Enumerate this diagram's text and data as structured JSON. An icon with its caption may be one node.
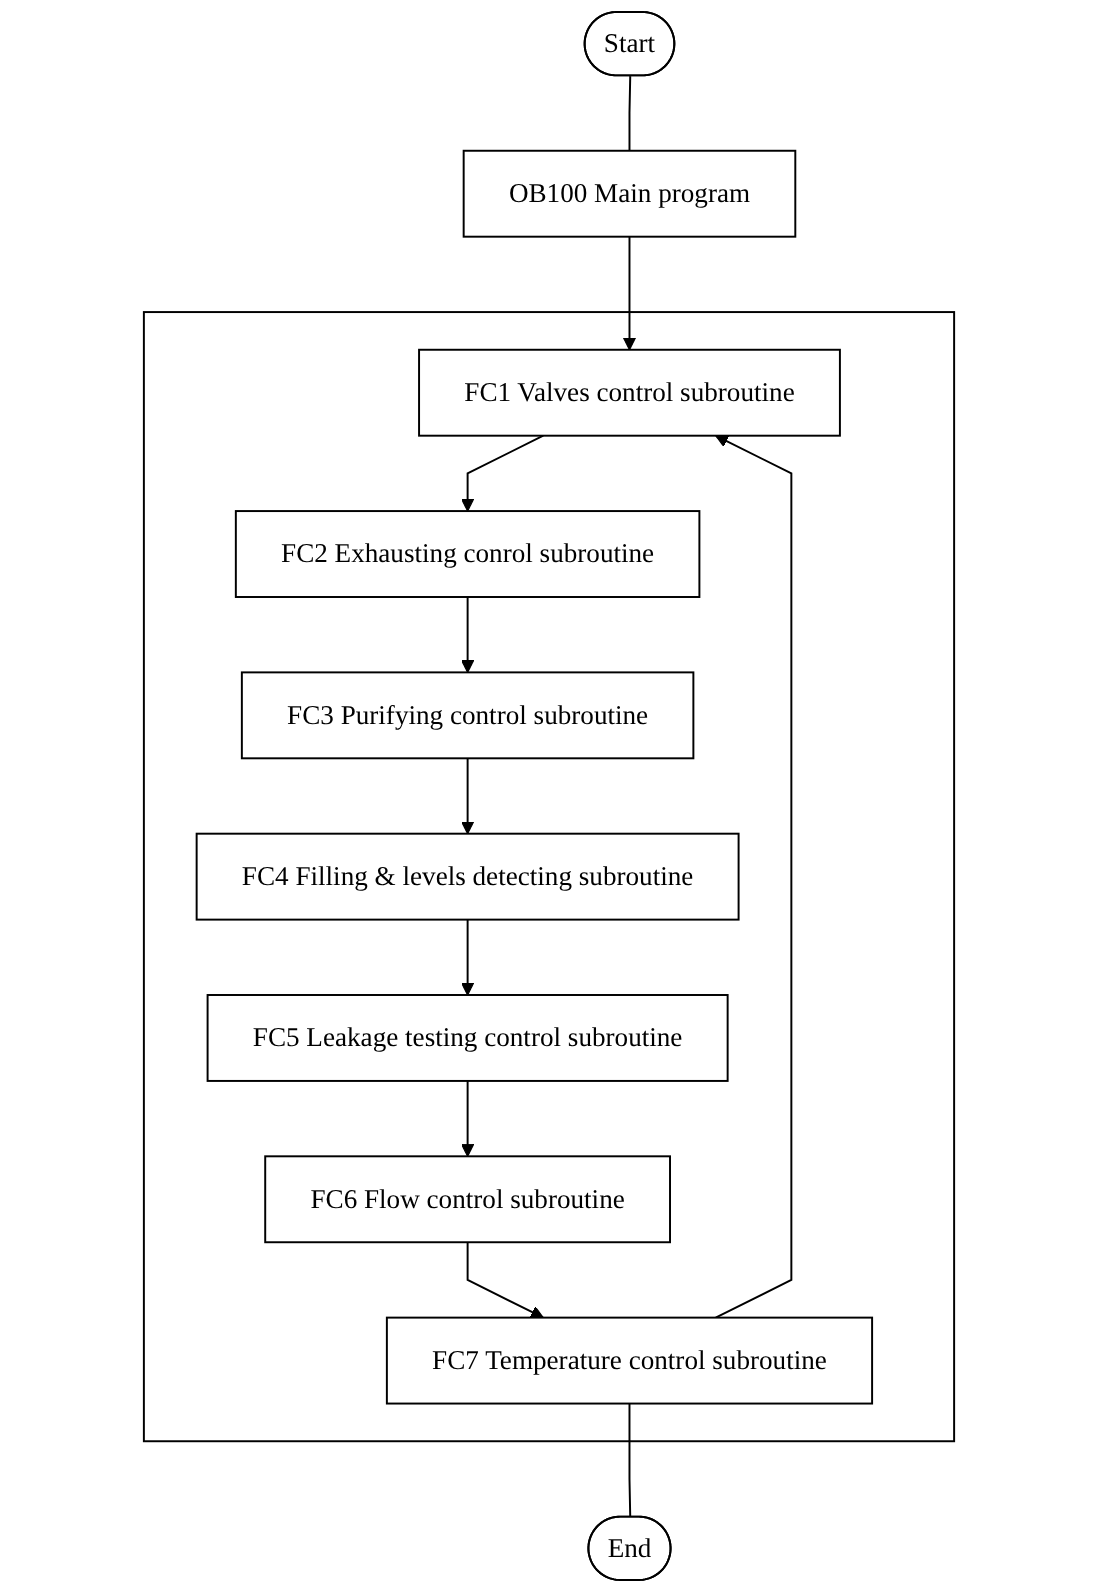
{
  "diagram": {
    "nodes": [
      {
        "text": [
          "Start"
        ]
      },
      {
        "text": [
          "OB100 Main program"
        ]
      },
      {
        "text": [],
        "shape": "box"
      },
      {
        "text": [
          "FC1 Valves control subroutine"
        ],
        "in": 2
      },
      {
        "text": [
          "FC2 Exhausting conrol subroutine"
        ],
        "in": 2
      },
      {
        "text": [
          "FC3 Purifying control subroutine"
        ],
        "in": 2
      },
      {
        "text": [
          "FC4 Filling & levels detecting subroutine"
        ],
        "in": 2
      },
      {
        "text": [
          "FC5 Leakage testing control subroutine"
        ],
        "in": 2
      },
      {
        "text": [
          "FC6 Flow control subroutine"
        ],
        "in": 2
      },
      {
        "text": [
          "FC7 Temperature control subroutine"
        ],
        "in": 2
      },
      {
        "text": [
          "End"
        ]
      }
    ],
    "edges": [
      {
        "from": 0,
        "to": 1,
        "arrow": "none"
      },
      {
        "from": 1,
        "to": 3,
        "arrow": "to"
      },
      {
        "from": 3,
        "to": 4,
        "arrow": "to"
      },
      {
        "from": 4,
        "to": 5,
        "arrow": "to"
      },
      {
        "from": 5,
        "to": 6,
        "arrow": "to"
      },
      {
        "from": 6,
        "to": 7,
        "arrow": "to"
      },
      {
        "from": 7,
        "to": 8,
        "arrow": "to"
      },
      {
        "from": 8,
        "to": 9,
        "arrow": "to"
      },
      {
        "from": 9,
        "to": 10,
        "arrow": "none"
      },
      {
        "from": 9,
        "to": 3,
        "arrow": "to"
      }
    ]
  }
}
